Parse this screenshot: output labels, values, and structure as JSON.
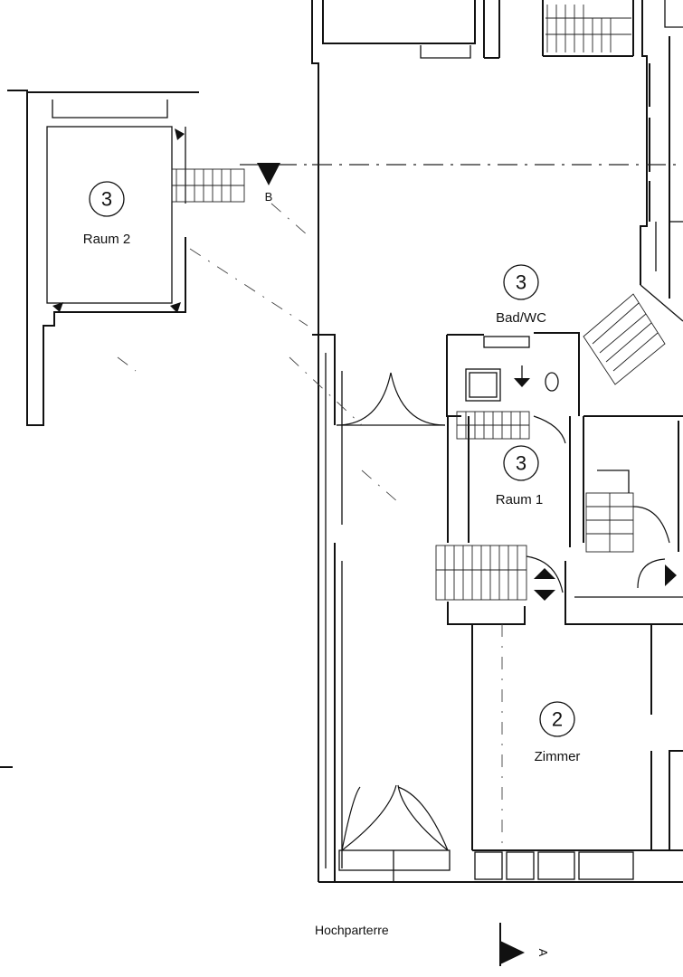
{
  "rooms": [
    {
      "number": "3",
      "name": "Raum 2"
    },
    {
      "number": "3",
      "name": "Bad/WC"
    },
    {
      "number": "3",
      "name": "Raum 1"
    },
    {
      "number": "2",
      "name": "Zimmer"
    }
  ],
  "section_marker": {
    "label": "B"
  },
  "footer": {
    "floor_label": "Hochparterre",
    "section_label": "A"
  }
}
